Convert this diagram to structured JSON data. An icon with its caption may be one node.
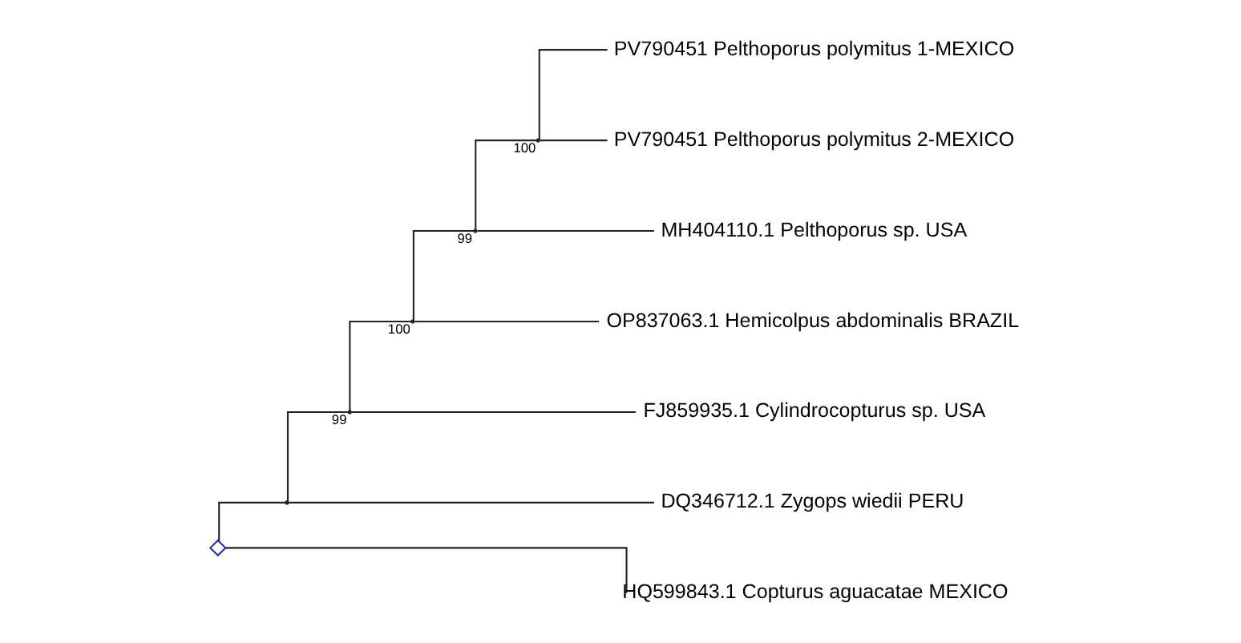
{
  "diagram": {
    "nodes": [
      {
        "text": [],
        "shape": "diamond"
      },
      {
        "text": [],
        "shape": "point"
      },
      {
        "text": [],
        "shape": "point",
        "beside": [
          "99"
        ]
      },
      {
        "text": [],
        "shape": "point",
        "beside": [
          "100"
        ]
      },
      {
        "text": [],
        "shape": "point",
        "beside": [
          "99"
        ]
      },
      {
        "text": [],
        "shape": "point",
        "beside": [
          "100"
        ]
      },
      {
        "text": [
          "PV790451 Pelthoporus polymitus 1-MEXICO"
        ]
      },
      {
        "text": [
          "PV790451 Pelthoporus polymitus 2-MEXICO"
        ]
      },
      {
        "text": [
          "MH404110.1 Pelthoporus sp. USA"
        ]
      },
      {
        "text": [
          "OP837063.1 Hemicolpus abdominalis BRAZIL"
        ]
      },
      {
        "text": [
          "FJ859935.1 Cylindrocopturus sp. USA"
        ]
      },
      {
        "text": [
          "DQ346712.1 Zygops wiedii PERU"
        ]
      },
      {
        "text": [
          "HQ599843.1 Copturus aguacatae MEXICO"
        ]
      }
    ],
    "edges": [
      {
        "from": 0,
        "to": 1,
        "arrow": "none"
      },
      {
        "from": 0,
        "to": 12,
        "arrow": "none"
      },
      {
        "from": 1,
        "to": 2,
        "arrow": "none"
      },
      {
        "from": 1,
        "to": 11,
        "arrow": "none"
      },
      {
        "from": 2,
        "to": 3,
        "arrow": "none"
      },
      {
        "from": 2,
        "to": 10,
        "arrow": "none"
      },
      {
        "from": 3,
        "to": 4,
        "arrow": "none"
      },
      {
        "from": 3,
        "to": 9,
        "arrow": "none"
      },
      {
        "from": 4,
        "to": 5,
        "arrow": "none"
      },
      {
        "from": 4,
        "to": 8,
        "arrow": "none"
      },
      {
        "from": 5,
        "to": 6,
        "arrow": "none"
      },
      {
        "from": 5,
        "to": 7,
        "arrow": "none"
      }
    ]
  }
}
